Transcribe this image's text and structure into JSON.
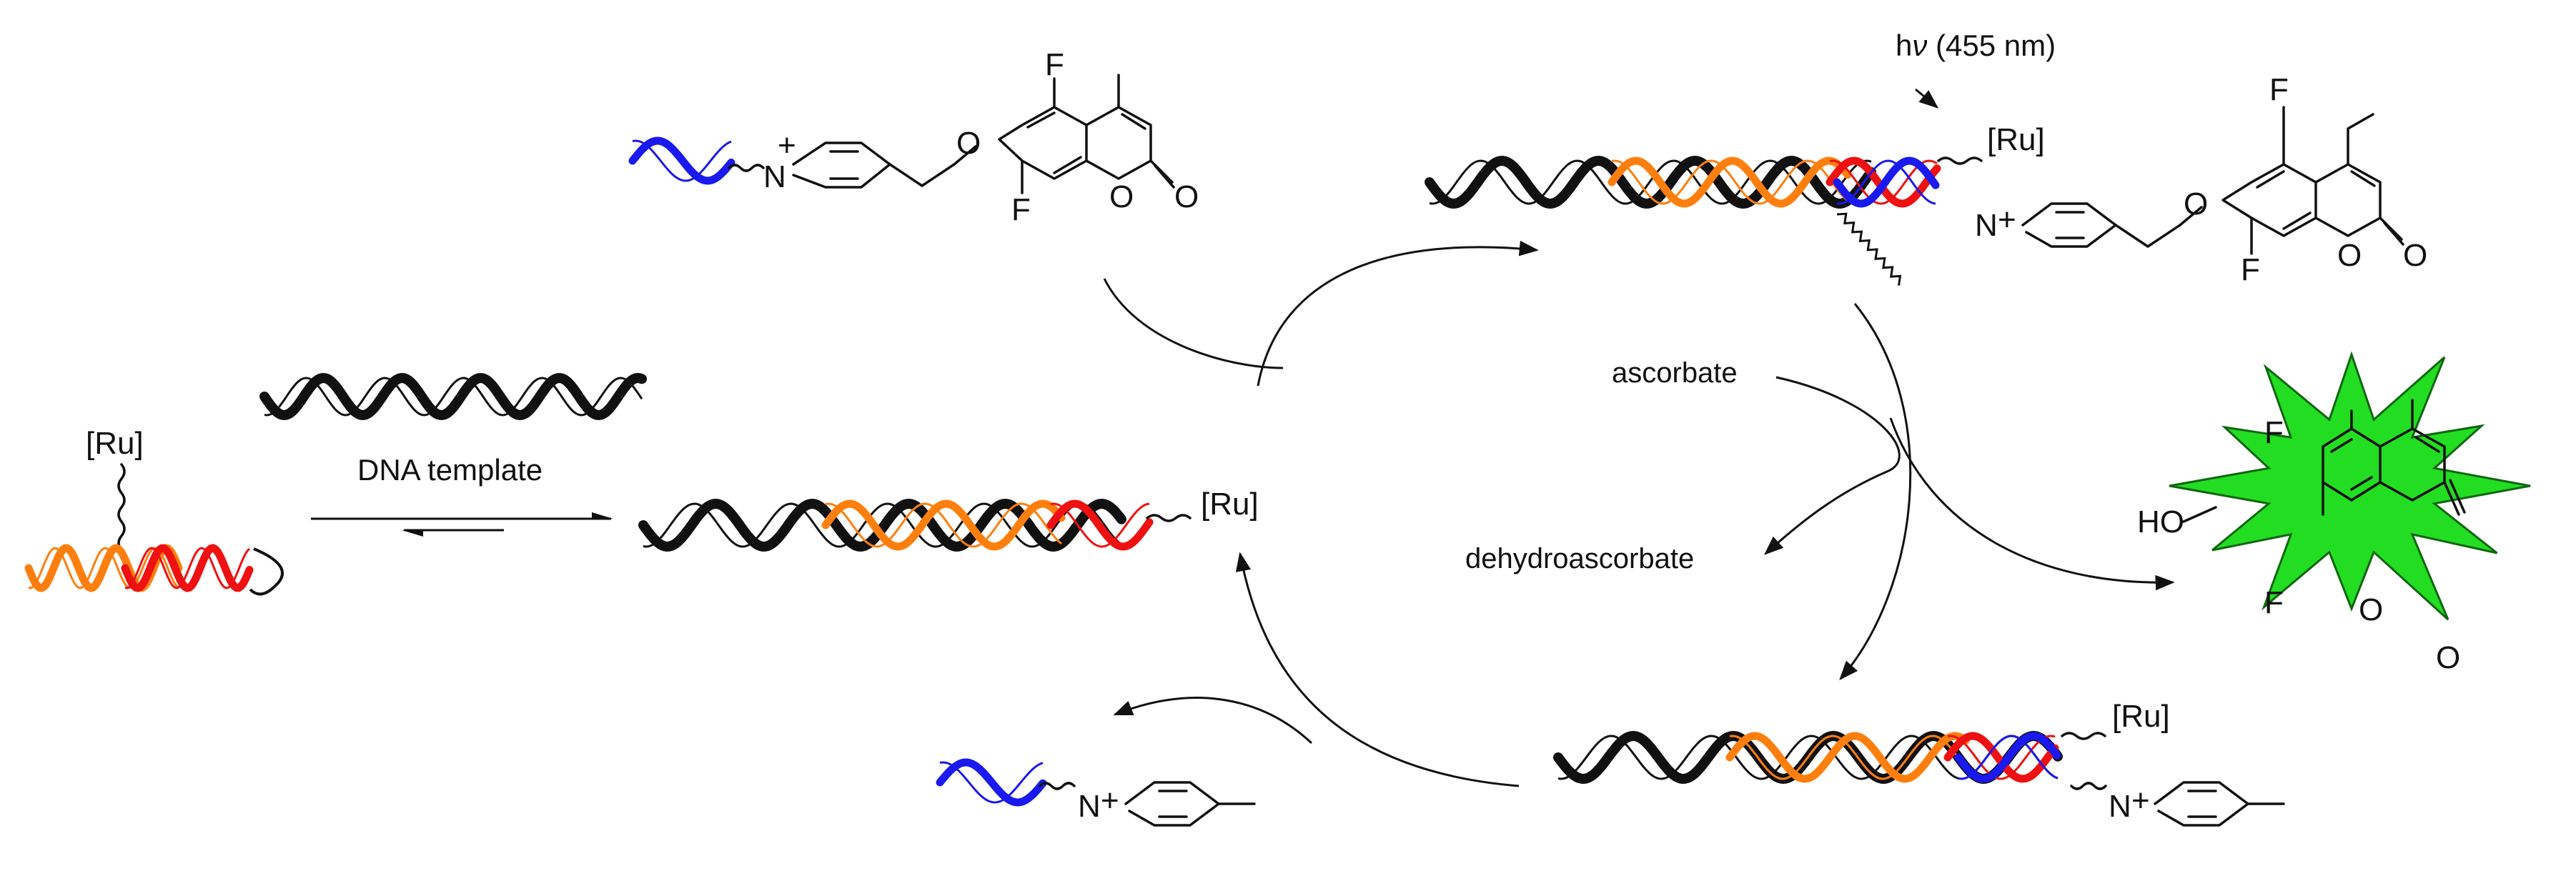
{
  "colors": {
    "black_strand": "#111111",
    "orange_strand": "#ff7f0e",
    "red_strand": "#ee1111",
    "blue_strand": "#1a1aee",
    "burst_fill": "#22dd22",
    "burst_stroke": "#116611"
  },
  "labels": {
    "ru": "[Ru]",
    "dna_template": "DNA template",
    "hv_h": "h",
    "hv_nu": "ν",
    "hv_wavelength": " (455 nm)",
    "ascorbate": "ascorbate",
    "dehydroascorbate": "dehydroascorbate"
  },
  "atoms": {
    "N": "N",
    "N_plus": "N",
    "plus": "+",
    "O": "O",
    "F": "F",
    "HO": "HO"
  },
  "icons": [
    "ruthenium-complex",
    "dna-helix",
    "pyridinium-ring",
    "coumarin-ring",
    "light-squiggle",
    "fluorescence-burst"
  ]
}
